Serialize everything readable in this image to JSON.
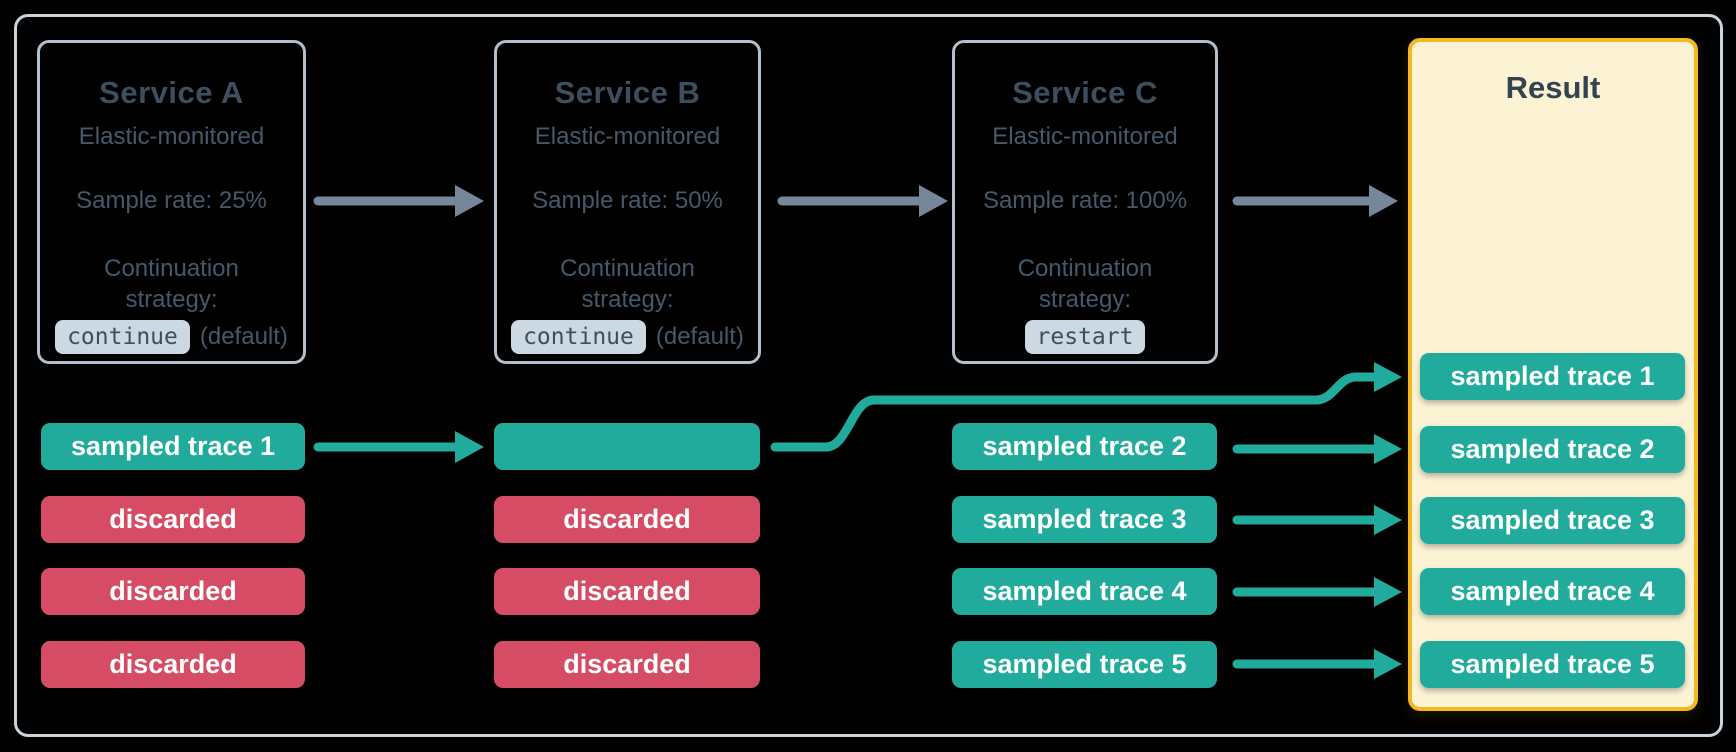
{
  "theme": {
    "bg": "#000000",
    "frame-border": "#c9d3dc",
    "box-border": "#b3c0cb",
    "slate": "#3d4e5e",
    "slate-soft": "#46596a",
    "teal": "#21ab9d",
    "red": "#d54c64",
    "yellow": "#f3b822",
    "cream": "#fcf2d4",
    "badge-bg": "#cdd9e2",
    "arrow-gray": "#76879a"
  },
  "columns": [
    {
      "service": {
        "name": "Service A",
        "monitoring": "Elastic-monitored",
        "sample_rate": "Sample rate: 25%",
        "continuation_label": "Continuation strategy:",
        "strategy": "continue",
        "strategy_note": "(default)"
      },
      "traces": [
        {
          "label": "sampled trace 1",
          "status": "sampled"
        },
        {
          "label": "discarded",
          "status": "discarded"
        },
        {
          "label": "discarded",
          "status": "discarded"
        },
        {
          "label": "discarded",
          "status": "discarded"
        }
      ]
    },
    {
      "service": {
        "name": "Service B",
        "monitoring": "Elastic-monitored",
        "sample_rate": "Sample rate: 50%",
        "continuation_label": "Continuation strategy:",
        "strategy": "continue",
        "strategy_note": "(default)"
      },
      "traces": [
        {
          "label": "",
          "status": "sampled"
        },
        {
          "label": "discarded",
          "status": "discarded"
        },
        {
          "label": "discarded",
          "status": "discarded"
        },
        {
          "label": "discarded",
          "status": "discarded"
        }
      ]
    },
    {
      "service": {
        "name": "Service C",
        "monitoring": "Elastic-monitored",
        "sample_rate": "Sample rate: 100%",
        "continuation_label": "Continuation strategy:",
        "strategy": "restart",
        "strategy_note": ""
      },
      "traces": [
        {
          "label": "sampled trace 2",
          "status": "sampled"
        },
        {
          "label": "sampled trace 3",
          "status": "sampled"
        },
        {
          "label": "sampled trace 4",
          "status": "sampled"
        },
        {
          "label": "sampled trace 5",
          "status": "sampled"
        }
      ]
    }
  ],
  "result": {
    "title": "Result",
    "traces": [
      {
        "label": "sampled trace 1",
        "status": "sampled"
      },
      {
        "label": "sampled trace 2",
        "status": "sampled"
      },
      {
        "label": "sampled trace 3",
        "status": "sampled"
      },
      {
        "label": "sampled trace 4",
        "status": "sampled"
      },
      {
        "label": "sampled trace 5",
        "status": "sampled"
      }
    ]
  }
}
